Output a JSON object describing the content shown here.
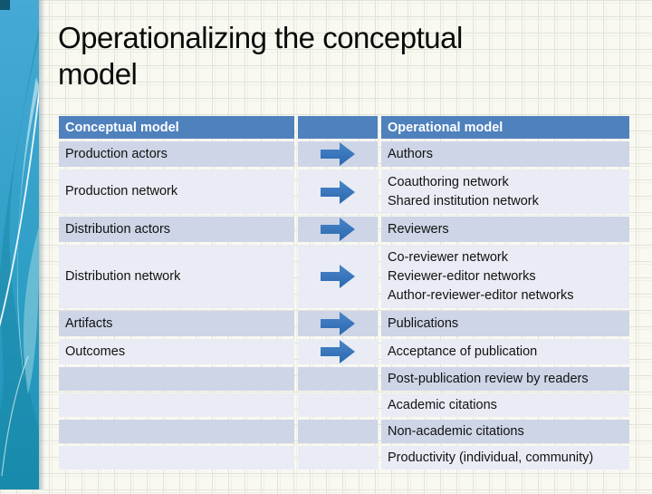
{
  "slide": {
    "title": "Operationalizing the conceptual model"
  },
  "table": {
    "header": {
      "left": "Conceptual model",
      "right": "Operational model"
    },
    "rows": [
      {
        "left": "Production actors",
        "right": "Authors",
        "arrow": true
      },
      {
        "left": "Production network",
        "right": "Coauthoring network\nShared institution network",
        "arrow": true
      },
      {
        "left": "Distribution actors",
        "right": "Reviewers",
        "arrow": true
      },
      {
        "left": "Distribution network",
        "right": "Co-reviewer network\nReviewer-editor networks\nAuthor-reviewer-editor networks",
        "arrow": true
      },
      {
        "left": "Artifacts",
        "right": "Publications",
        "arrow": true
      },
      {
        "left": "Outcomes",
        "right": "Acceptance of publication",
        "arrow": true
      },
      {
        "left": "",
        "right": "Post-publication review by readers",
        "arrow": false
      },
      {
        "left": "",
        "right": "Academic citations",
        "arrow": false
      },
      {
        "left": "",
        "right": "Non-academic citations",
        "arrow": false
      },
      {
        "left": "",
        "right": "Productivity (individual, community)",
        "arrow": false
      }
    ]
  },
  "icons": {
    "row_arrow": "block-arrow-right"
  },
  "colors": {
    "header_bg": "#4f81bd",
    "band_dark": "#cdd5e6",
    "band_light": "#e9ecf4",
    "arrow_light": "#4886c9",
    "arrow_dark": "#2c67ae",
    "sidebar_top": "#47a9d5",
    "sidebar_bottom": "#1a92b8"
  }
}
